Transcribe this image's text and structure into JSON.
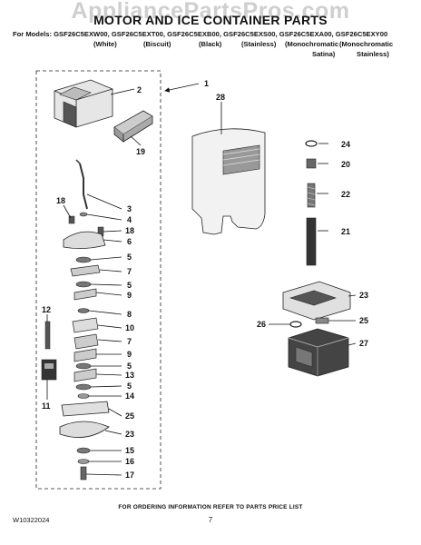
{
  "header": {
    "watermark": "AppliancePartsPros.com",
    "title": "MOTOR AND ICE CONTAINER PARTS",
    "models_line": "For Models: GSF26C5EXW00, GSF26C5EXT00, GSF26C5EXB00, GSF26C5EXS00, GSF26C5EXA00, GSF26C5EXY00",
    "variants": [
      "(White)",
      "(Biscuit)",
      "(Black)",
      "(Stainless)",
      "(Monochromatic",
      "(Monochromatic",
      "Satina)",
      "Stainless)"
    ]
  },
  "callouts": {
    "c1": "1",
    "c2": "2",
    "c19": "19",
    "c28": "28",
    "c24": "24",
    "c20": "20",
    "c22": "22",
    "c21": "21",
    "c3": "3",
    "c4": "4",
    "c18a": "18",
    "c18b": "18",
    "c6": "6",
    "c5a": "5",
    "c7": "7",
    "c5b": "5",
    "c9a": "9",
    "c8": "8",
    "c12": "12",
    "c10": "10",
    "c7b": "7",
    "c9b": "9",
    "c5c": "5",
    "c13": "13",
    "c5d": "5",
    "c14": "14",
    "c11": "11",
    "c25a": "25",
    "c23a": "23",
    "c15": "15",
    "c16": "16",
    "c17": "17",
    "c23b": "23",
    "c26": "26",
    "c25b": "25",
    "c27": "27"
  },
  "footer": {
    "doc_number": "W10322024",
    "ordering_note": "FOR ORDERING INFORMATION REFER TO PARTS PRICE LIST",
    "page_number": "7"
  }
}
